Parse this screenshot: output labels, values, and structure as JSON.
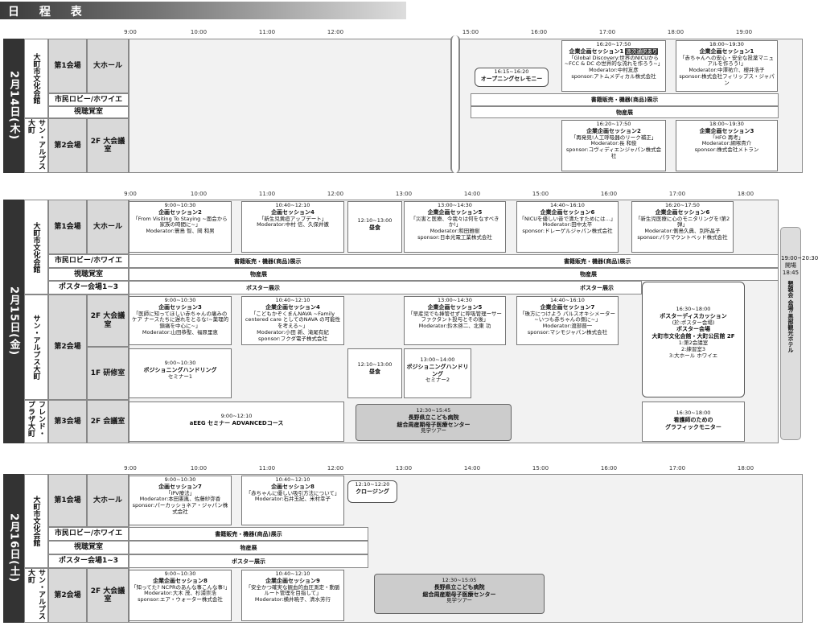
{
  "title": "日 程 表",
  "ticks_a": [
    "9:00",
    "10:00",
    "11:00",
    "12:00",
    "15:00",
    "16:00",
    "17:00",
    "18:00",
    "19:00"
  ],
  "ticks_b": [
    "9:00",
    "10:00",
    "11:00",
    "12:00",
    "13:00",
    "14:00",
    "15:00",
    "16:00",
    "17:00",
    "18:00"
  ],
  "day1": {
    "label": "2月14日(木)",
    "venue1": "大町市文化会館",
    "venue2": "サン・アルプス大町",
    "room1": "第1会場",
    "room1b": "大ホール",
    "lobby": "市民ロビー/ホワイエ",
    "audio": "視聴覚室",
    "room2": "第2会場",
    "room2b": "2F 大会議室",
    "opening_time": "16:15~16:20",
    "opening": "オープニングセレモニー",
    "s1_time": "16:20~17:50",
    "s1_title": "企業企画セッション1",
    "s1_tag": "逐次通訳あり",
    "s1_body": "「Global Discovery:世界のNICUから ~FCC & DC の世界的な流れを作ろう~」",
    "s1_mod": "Moderator:中村友彦",
    "s1_sp": "sponsor:アトムメディカル株式会社",
    "s2_time": "18:00~19:30",
    "s2_title": "企業企画セッション1",
    "s2_body": "「赤ちゃんへの安心・安全な投薬マニュアルを作ろう!」",
    "s2_mod": "Moderator:中澤祐介、櫻井浩子",
    "s2_sp": "sponsor:株式会社フィリップス・ジャパン",
    "books": "書籍販売・機器(商品)展示",
    "goods": "物産展",
    "s3_time": "16:20~17:50",
    "s3_title": "企業企画セッション2",
    "s3_body": "「再発見!人工呼吸器のリーク補正」",
    "s3_mod": "Moderator:長 和俊",
    "s3_sp": "sponsor:コヴィディエンジャパン株式会社",
    "s4_time": "18:00~19:30",
    "s4_title": "企業企画セッション3",
    "s4_body": "「HFO 再考」",
    "s4_mod": "Moderator:網塚貴介",
    "s4_sp": "sponsor:株式会社メトラン"
  },
  "day2": {
    "label": "2月15日(金)",
    "venue1": "大町市文化会館",
    "venue2": "サン・アルプス大町",
    "venue3": "フレンド・プラザ大町",
    "room1": "第1会場",
    "room1b": "大ホール",
    "lobby": "市民ロビー/ホワイエ",
    "audio": "視聴覚室",
    "poster": "ポスター会場1~3",
    "room2": "第2会場",
    "room2a": "2F 大会議室",
    "room2c": "1F 研修室",
    "room3": "第3会場",
    "room3b": "2F 会議室",
    "lunch_time": "12:10~13:00",
    "lunch": "昼食",
    "a_time": "9:00~10:30",
    "a_title": "企画セッション2",
    "a_body": "「From Visiting To Staying ~面会から家族の時間に~」",
    "a_mod": "Moderator:簑島 智、岡 和男",
    "b_time": "10:40~12:10",
    "b_title": "企画セッション4",
    "b_body": "「新生児黄疸アップデート」",
    "b_mod": "Moderator:中村 信、久保井徹",
    "c_time": "13:00~14:30",
    "c_title": "企業企画セッション5",
    "c_body": "「災害と医療、今我々は何をなすべきか!」",
    "c_mod": "Moderator:和田雅樹",
    "c_sp": "sponsor:日本光電工業株式会社",
    "d_time": "14:40~16:10",
    "d_title": "企業企画セッション6",
    "d_body": "「NICUを優しい音で満たすためには…」",
    "d_mod": "Moderator:田中太平",
    "d_sp": "sponsor:ドレーゲルジャパン株式会社",
    "e_time": "16:20~17:50",
    "e_title": "企業企画セッション6",
    "e_body": "「新生児医療に心のモニタリングを!第2弾」",
    "e_mod": "Moderator:側島久典、別所晶子",
    "e_sp": "sponsor:パラマウントベッド株式会社",
    "books": "書籍販売・機器(商品)展示",
    "goods": "物産展",
    "poster_ex": "ポスター展示",
    "f_time": "9:00~10:30",
    "f_title": "企画セッション3",
    "f_body": "「医師に知ってほしい赤ちゃんの痛みのケア ナースたちに遅れをとるな!~薬理的鎮痛を中心に~」",
    "f_mod": "Moderator:山田恭聖、福原里恵",
    "g_time": "10:40~12:10",
    "g_title": "企業企画セッション4",
    "g_body": "「こどもかぞくまんNAVA ~Family centered care としてのNAVA の可能性を考える~」",
    "g_mod": "Moderator:小田 新、滝尾有紀",
    "g_sp": "sponsor:フクダ電子株式会社",
    "h_time": "13:00~14:30",
    "h_title": "企業企画セッション5",
    "h_body": "「早産児でも挿管せずに呼吸管理ーサーファクタント投与とその後」",
    "h_mod": "Moderator:鈴木啓二、北東 功",
    "i_time": "14:40~16:10",
    "i_title": "企業企画セッション7",
    "i_body": "「珠方につけよう パルスオキシメーター~いつも赤ちゃんの側に~」",
    "i_mod": "Moderator:渡部晋一",
    "i_sp": "sponsor:マシモジャパン株式会社",
    "j_time": "16:30~18:00",
    "j_title": "ポスターディスカッション",
    "j_sub": "(於:ポスター会場)",
    "j_v": "ポスター会場",
    "j_v2": "大町市文化会館・大町公民館 2F",
    "j_1": "1:第2会議室",
    "j_2": "2:練習室3",
    "j_3": "3:大ホール ホワイエ",
    "k_time": "9:00~10:30",
    "k_title": "ポジショニングハンドリング",
    "k_sub": "セミナー1",
    "l_time": "13:00~14:00",
    "l_title": "ポジショニングハンドリング",
    "l_sub": "セミナー2",
    "m_time": "9:00~12:10",
    "m_title": "aEEG セミナー ADVANCEDコース",
    "n_time": "12:30~15:45",
    "n_title": "長野県立こども病院",
    "n_sub": "総合周産期母子医療センター",
    "n_sub2": "見学ツアー",
    "o_time": "16:30~18:00",
    "o_title": "看護師のための",
    "o_sub": "グラフィックモニター",
    "side_time": "19:00~20:30",
    "side_open": "開場 18:45",
    "side_text": "懇親会 会場:黒部観光ホテル"
  },
  "day3": {
    "label": "2月16日(土)",
    "venue1": "大町市文化会館",
    "venue2": "サン・アルプス大町",
    "room1": "第1会場",
    "room1b": "大ホール",
    "lobby": "市民ロビー/ホワイエ",
    "audio": "視聴覚室",
    "poster": "ポスター会場1~3",
    "room2": "第2会場",
    "room2b": "2F 大会議室",
    "a_time": "9:00~10:30",
    "a_title": "企画セッション7",
    "a_body": "「IPV療法」",
    "a_mod": "Moderator:本田憲胤、佐藤紗弥香",
    "a_sp": "sponsor:パーカッショネア・ジャパン株式会社",
    "b_time": "10:40~12:10",
    "b_title": "企画セッション8",
    "b_body": "「赤ちゃんに優しい吸引方法について」",
    "b_mod": "Moderator:石井玉紀、米村幸子",
    "c_time": "12:10~12:20",
    "c_title": "クロージング",
    "books": "書籍販売・機器(商品)展示",
    "goods": "物産展",
    "poster_ex": "ポスター展示",
    "d_time": "9:00~10:30",
    "d_title": "企業企画セッション8",
    "d_body": "「知ってた? NCPRのあんな事こんな事!」",
    "d_mod": "Moderator:大木 茂、杉浦崇浩",
    "d_sp": "sponsor:エア・ウォーター株式会社",
    "e_time": "10:40~12:10",
    "e_title": "企業企画セッション9",
    "e_body": "「安全かつ確実な観血的血圧測定・動脈ルート管理を目指して」",
    "e_mod": "Moderator:横井暁子、清水芳行",
    "f_time": "12:30~15:05",
    "f_title": "長野県立こども病院",
    "f_sub": "総合周産期母子医療センター",
    "f_sub2": "見学ツアー"
  }
}
